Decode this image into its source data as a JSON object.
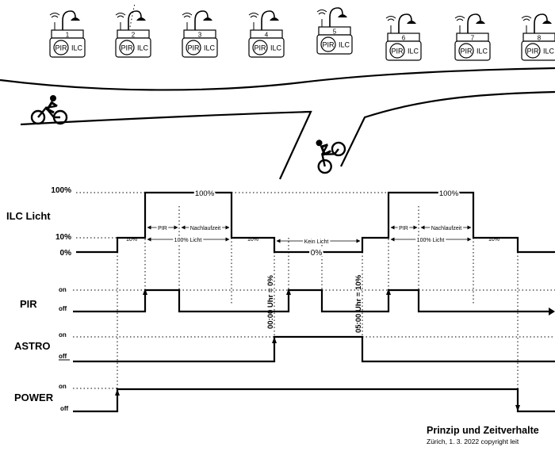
{
  "lamps": [
    "1",
    "2",
    "3",
    "4",
    "5",
    "6",
    "7",
    "8"
  ],
  "lamp_labels": {
    "pir": "PIR",
    "ilc": "ILC"
  },
  "ilc": {
    "title": "ILC Licht",
    "y_100": "100%",
    "y_10": "10%",
    "y_0": "0%",
    "peak_label": "100%",
    "pir": "PIR",
    "nachlauf": "Nachlaufzeit",
    "full_light": "100% Licht",
    "low": "10%",
    "kein_licht": "Kein Licht",
    "zero": "0%"
  },
  "pir": {
    "title": "PIR",
    "on": "on",
    "off": "off"
  },
  "astro": {
    "title": "ASTRO",
    "on": "on",
    "off": "off"
  },
  "power": {
    "title": "POWER",
    "on": "on",
    "off": "off"
  },
  "markers": {
    "midnight": "00:00 Uhr = 0%",
    "five": "05:00 Uhr = 10%"
  },
  "footer": {
    "title": "Prinzip und Zeitverhalte",
    "subtitle": "Zürich, 1. 3. 2022   copyright leit"
  }
}
